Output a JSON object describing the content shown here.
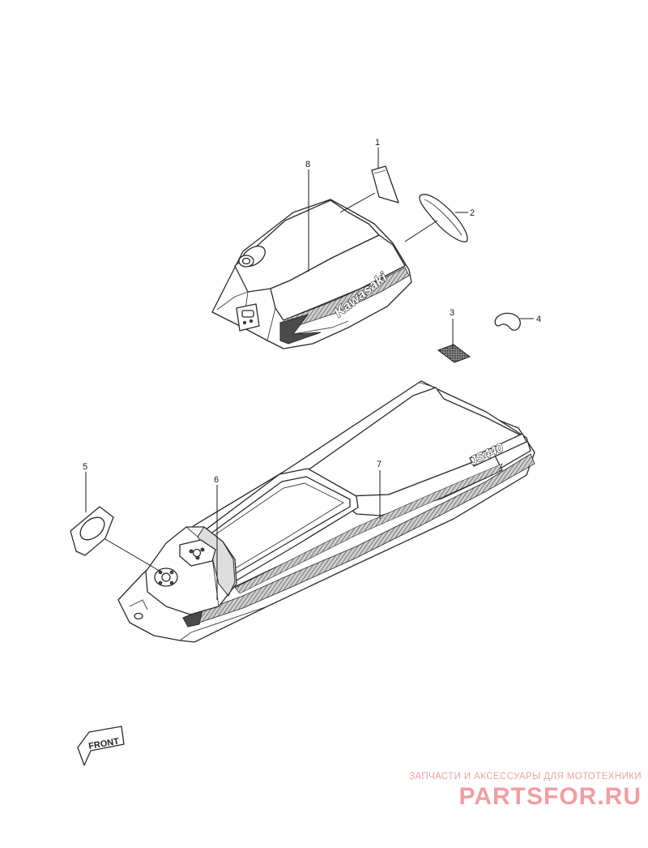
{
  "callouts": {
    "c1": "1",
    "c2": "2",
    "c3": "3",
    "c4": "4",
    "c5": "5",
    "c6": "6",
    "c7": "7",
    "c8": "8"
  },
  "decals": {
    "hood_brand": "Kawasaki",
    "hull_model": "JS440"
  },
  "front_arrow": "FRONT",
  "watermark": {
    "tagline": "ЗАПЧАСТИ И АКСЕССУАРЫ ДЛЯ МОТОТЕХНИКИ",
    "logo": "PARTSFOR.RU"
  }
}
